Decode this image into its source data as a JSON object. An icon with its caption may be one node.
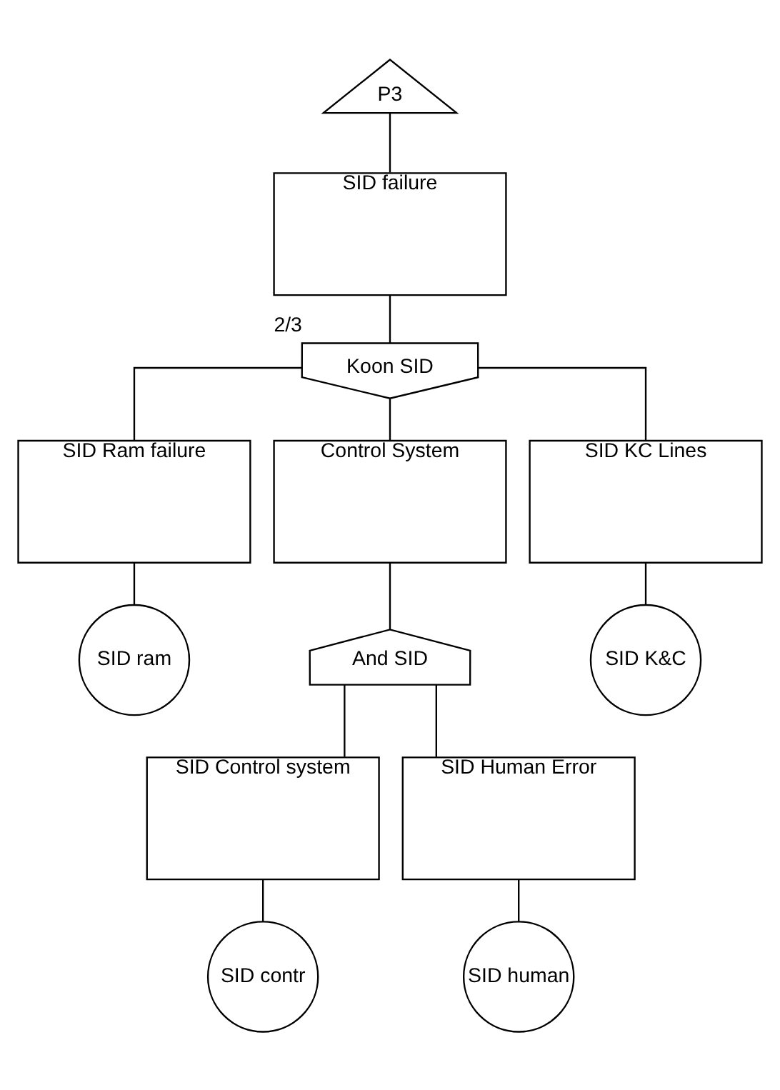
{
  "diagram": {
    "nodes": [
      {
        "text": [
          "P3"
        ]
      },
      {
        "text": [
          "SID failure"
        ]
      },
      {
        "text": [
          "Koon SID"
        ],
        "beside": [
          "2/3"
        ]
      },
      {
        "text": [
          "SID Ram failure"
        ]
      },
      {
        "text": [
          "SID ram"
        ]
      },
      {
        "text": [
          "Control System"
        ]
      },
      {
        "text": [
          "And SID"
        ]
      },
      {
        "text": [
          "SID KC Lines"
        ]
      },
      {
        "text": [
          "SID K&C"
        ]
      },
      {
        "text": [
          "SID Control system"
        ]
      },
      {
        "text": [
          "SID contr"
        ]
      },
      {
        "text": [
          "SID Human Error"
        ]
      },
      {
        "text": [
          "SID human"
        ]
      }
    ],
    "edges": [
      {
        "from": 0,
        "to": 1,
        "arrow": "none"
      },
      {
        "from": 1,
        "to": 2,
        "arrow": "none"
      },
      {
        "from": 2,
        "to": 3,
        "arrow": "none"
      },
      {
        "from": 2,
        "to": 5,
        "arrow": "none"
      },
      {
        "from": 2,
        "to": 7,
        "arrow": "none"
      },
      {
        "from": 3,
        "to": 4,
        "arrow": "none"
      },
      {
        "from": 5,
        "to": 6,
        "arrow": "none"
      },
      {
        "from": 7,
        "to": 8,
        "arrow": "none"
      },
      {
        "from": 6,
        "to": 9,
        "arrow": "none"
      },
      {
        "from": 6,
        "to": 11,
        "arrow": "none"
      },
      {
        "from": 9,
        "to": 10,
        "arrow": "none"
      },
      {
        "from": 11,
        "to": 12,
        "arrow": "none"
      }
    ]
  }
}
